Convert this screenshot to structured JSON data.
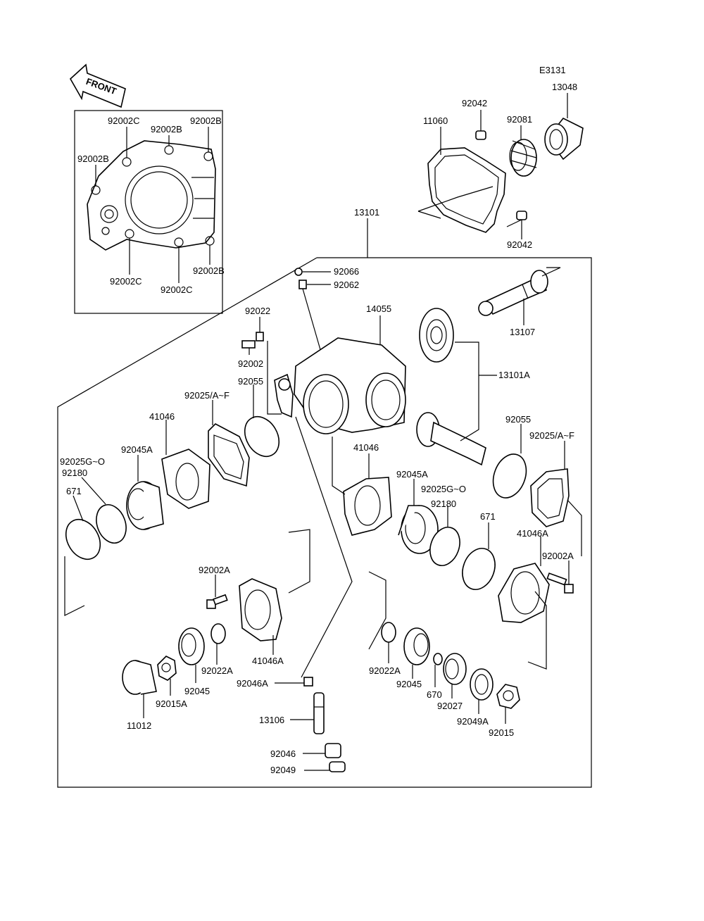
{
  "header": {
    "code": "E3131",
    "front_label": "FRONT"
  },
  "parts": {
    "p92002C_a": "92002C",
    "p92002B_a": "92002B",
    "p92002B_b": "92002B",
    "p92002B_c": "92002B",
    "p92002C_b": "92002C",
    "p92002C_c": "92002C",
    "p92002B_d": "92002B",
    "p92042_a": "92042",
    "p13048": "13048",
    "p11060": "11060",
    "p92081": "92081",
    "p92042_b": "92042",
    "p13101": "13101",
    "p92066": "92066",
    "p92062": "92062",
    "p92022": "92022",
    "p14055": "14055",
    "p13107": "13107",
    "p92002": "92002",
    "p13101A": "13101A",
    "p92055_a": "92055",
    "p92025AF_a": "92025/A~F",
    "p41046_a": "41046",
    "p92055_b": "92055",
    "p92025AF_b": "92025/A~F",
    "p92025GO_a": "92025G~O",
    "p92045A_a": "92045A",
    "p92180_a": "92180",
    "p41046_b": "41046",
    "p671_a": "671",
    "p92045A_b": "92045A",
    "p92025GO_b": "92025G~O",
    "p92180_b": "92180",
    "p671_b": "671",
    "p41046A_a": "41046A",
    "p92002A_a": "92002A",
    "p92002A_b": "92002A",
    "p41046A_b": "41046A",
    "p92022A_a": "92022A",
    "p92022A_b": "92022A",
    "p92045_a": "92045",
    "p92045_b": "92045",
    "p670": "670",
    "p92046A": "92046A",
    "p92015A": "92015A",
    "p92027": "92027",
    "p11012": "11012",
    "p92049A": "92049A",
    "p92015": "92015",
    "p13106": "13106",
    "p92046": "92046",
    "p92049": "92049"
  }
}
